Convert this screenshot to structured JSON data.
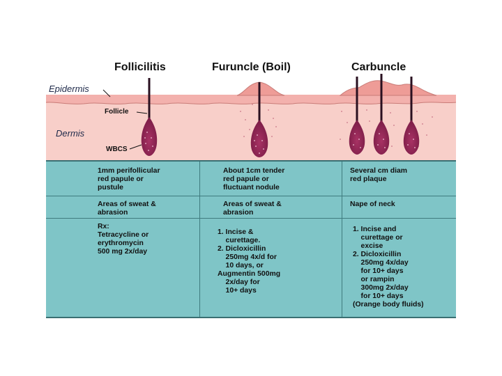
{
  "titles": {
    "follicilitis": "Follicilitis",
    "furuncle": "Furuncle (Boil)",
    "carbuncle": "Carbuncle"
  },
  "layers": {
    "epidermis": "Epidermis",
    "dermis": "Dermis"
  },
  "labels": {
    "follicle": "Follicle",
    "wbcs": "WBCS"
  },
  "table": {
    "row1": [
      "1mm perifollicular\nred papule or\npustule",
      "About 1cm tender\nred papule or\nfluctuant nodule",
      "Several cm diam\nred plaque"
    ],
    "row2": [
      "Areas of sweat &\nabrasion",
      "Areas of sweat &\nabrasion",
      "Nape of neck"
    ],
    "row3": [
      "Rx:\nTetracycline or\nerythromycin\n500 mg 2x/day",
      "1. Incise &\n    curettage.\n2. Dicloxicillin\n    250mg 4x/d for\n    10 days, or\nAugmentin 500mg\n    2x/day for\n    10+ days",
      "1. Incise and\n    curettage or\n    excise\n2. Dicloxicillin\n    250mg 4x/day\n    for 10+ days\n    or rampin\n    300mg 2x/day\n    for 10+ days\n(Orange body fluids)"
    ]
  },
  "colors": {
    "epidermis": "#f3b1ad",
    "dermis": "#f8cfc9",
    "table_bg": "#7fc5c7",
    "follicle": "#8e2452",
    "hair": "#2a1020"
  }
}
